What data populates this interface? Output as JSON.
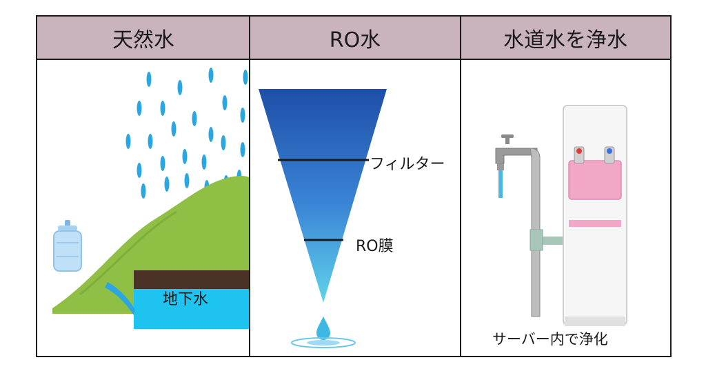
{
  "headers": {
    "natural": "天然水",
    "ro": "RO水",
    "tap": "水道水を浄水"
  },
  "natural_panel": {
    "groundwater_label": "地下水"
  },
  "ro_panel": {
    "filter_label": "フィルター",
    "membrane_label": "RO膜"
  },
  "tap_panel": {
    "server_label": "サーバー内で浄化"
  },
  "colors": {
    "header_bg": "#c9b4bd",
    "rain": "#2aa7e0",
    "hill": "#8fbf45",
    "groundwater": "#1ec3f0",
    "funnel_top": "#1e4fa8",
    "funnel_bottom": "#5fd3ea",
    "server_panel": "#f2a7c7"
  }
}
